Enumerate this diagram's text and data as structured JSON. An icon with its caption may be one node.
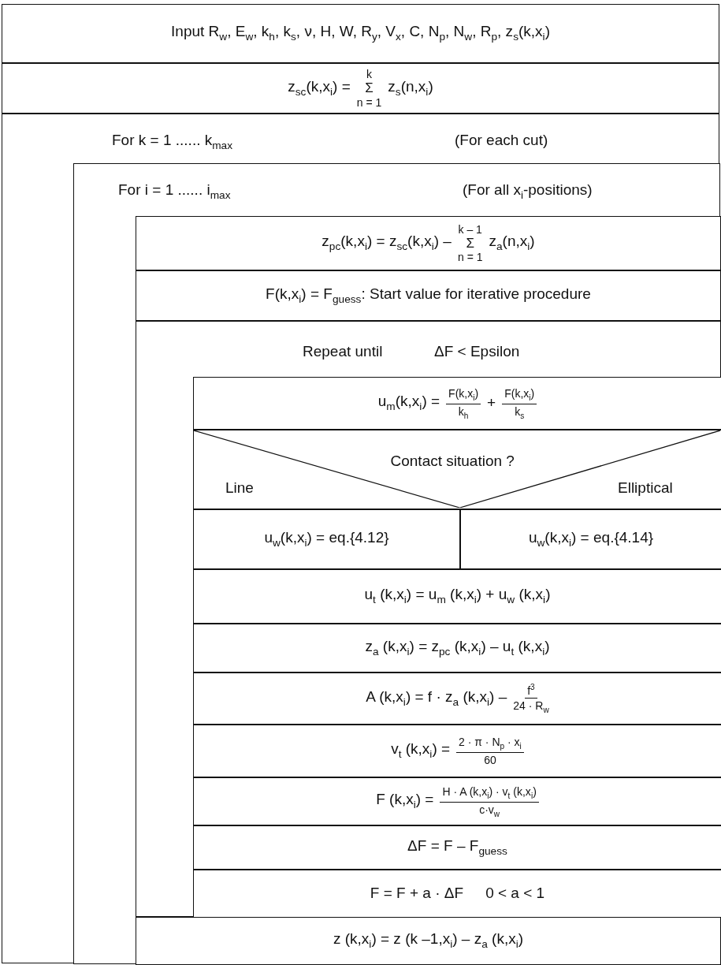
{
  "diagram": {
    "nodes": [
      {
        "text": [
          "Input R$_{w}$, E$_{w}$, k$_{h}$, k$_{s}$, ν, H, W, R$_{y}$, V$_{x}$, C, N$_{p}$, N$_{w}$, R$_{p}$, z$_{s}$(k,x$_{i}$)"
        ]
      },
      {
        "text": [
          "z$_{sc}$(k,x$_{i}$) =",
          "k",
          "Σ",
          "n = 1",
          "z$_{s}$(n,x$_{i}$)"
        ]
      },
      {
        "text": [
          "For   k = 1 ...... k$_{max}$",
          "(For each cut)"
        ]
      },
      {
        "text": [
          "For   i = 1 ...... i$_{max}$",
          "(For all x$_{i}$-positions)"
        ],
        "in": 2
      },
      {
        "text": [
          "z$_{pc}$(k,x$_{i}$) = z$_{sc}$(k,x$_{i}$) –",
          "k – 1",
          "Σ",
          "n = 1",
          "z$_{a}$(n,x$_{i}$)"
        ],
        "in": 3
      },
      {
        "text": [
          "F(k,x$_{i}$) = F$_{guess}$:  Start value for iterative procedure"
        ],
        "in": 3
      },
      {
        "text": [
          "Repeat until",
          "ΔF < Epsilon"
        ],
        "in": 3
      },
      {
        "text": [
          "u$_{m}$(k,x$_{i}$) =",
          "F(k,x$_{i}$)",
          "k$_{h}$",
          "+",
          "F(k,x$_{i}$)",
          "k$_{s}$"
        ],
        "in": 6
      },
      {
        "text": [
          "Contact situation ?",
          "Line",
          "Elliptical"
        ],
        "in": 6
      },
      {
        "text": [
          "u$_{w}$(k,x$_{i}$) = eq.{4.12}"
        ],
        "in": 6
      },
      {
        "text": [
          "u$_{w}$(k,x$_{i}$) = eq.{4.14}"
        ],
        "in": 6
      },
      {
        "text": [
          "u$_{t}$ (k,x$_{i}$) = u$_{m}$ (k,x$_{i}$) + u$_{w}$ (k,x$_{i}$)"
        ],
        "in": 6
      },
      {
        "text": [
          "z$_{a}$ (k,x$_{i}$) = z$_{pc}$ (k,x$_{i}$) – u$_{t}$ (k,x$_{i}$)"
        ],
        "in": 6
      },
      {
        "text": [
          "A (k,x$_{i}$) = f · z$_{a}$ (k,x$_{i}$) –",
          "f$^{3}$",
          "24 · R$_{w}$"
        ],
        "in": 6
      },
      {
        "text": [
          "v$_{t}$ (k,x$_{i}$) =",
          "2 · π · N$_{p}$ · x$_{i}$",
          "60"
        ],
        "in": 6
      },
      {
        "text": [
          "F (k,x$_{i}$) =",
          "H · A (k,x$_{i}$) · v$_{t}$ (k,x$_{i}$)",
          "c·v$_{w}$"
        ],
        "in": 6
      },
      {
        "text": [
          "ΔF = F – F$_{guess}$"
        ],
        "in": 6
      },
      {
        "text": [
          "F = F + a · ΔF",
          "0 < a < 1"
        ],
        "in": 6
      },
      {
        "text": [
          "z (k,x$_{i}$) = z (k –1,x$_{i}$) – z$_{a}$ (k,x$_{i}$)"
        ],
        "in": 3
      }
    ]
  }
}
